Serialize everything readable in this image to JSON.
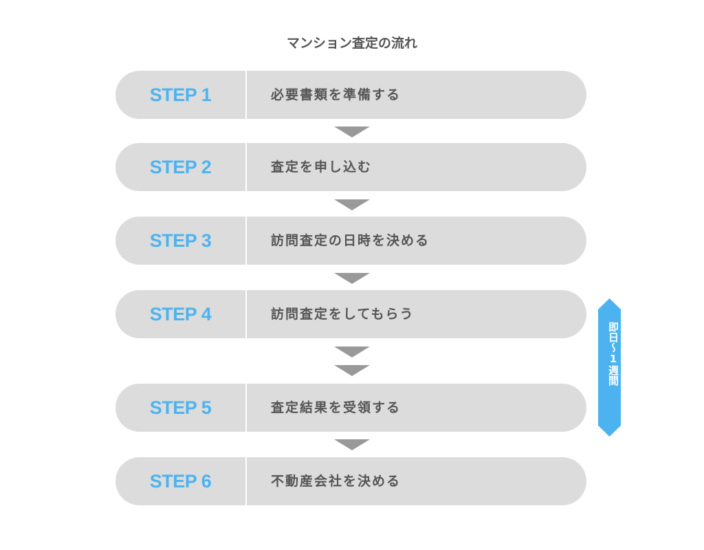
{
  "title": "マンション査定の流れ",
  "steps": [
    {
      "label": "STEP 1",
      "text": "必要書類を準備する"
    },
    {
      "label": "STEP 2",
      "text": "査定を申し込む"
    },
    {
      "label": "STEP 3",
      "text": "訪問査定の日時を決める"
    },
    {
      "label": "STEP 4",
      "text": "訪問査定をしてもらう"
    },
    {
      "label": "STEP 5",
      "text": "査定結果を受領する"
    },
    {
      "label": "STEP 6",
      "text": "不動産会社を決める"
    }
  ],
  "duration_badge": "即日～1週間",
  "colors": {
    "accent": "#4db3f0",
    "pill": "#dcdcdc",
    "arrow": "#999999",
    "text": "#555555"
  }
}
